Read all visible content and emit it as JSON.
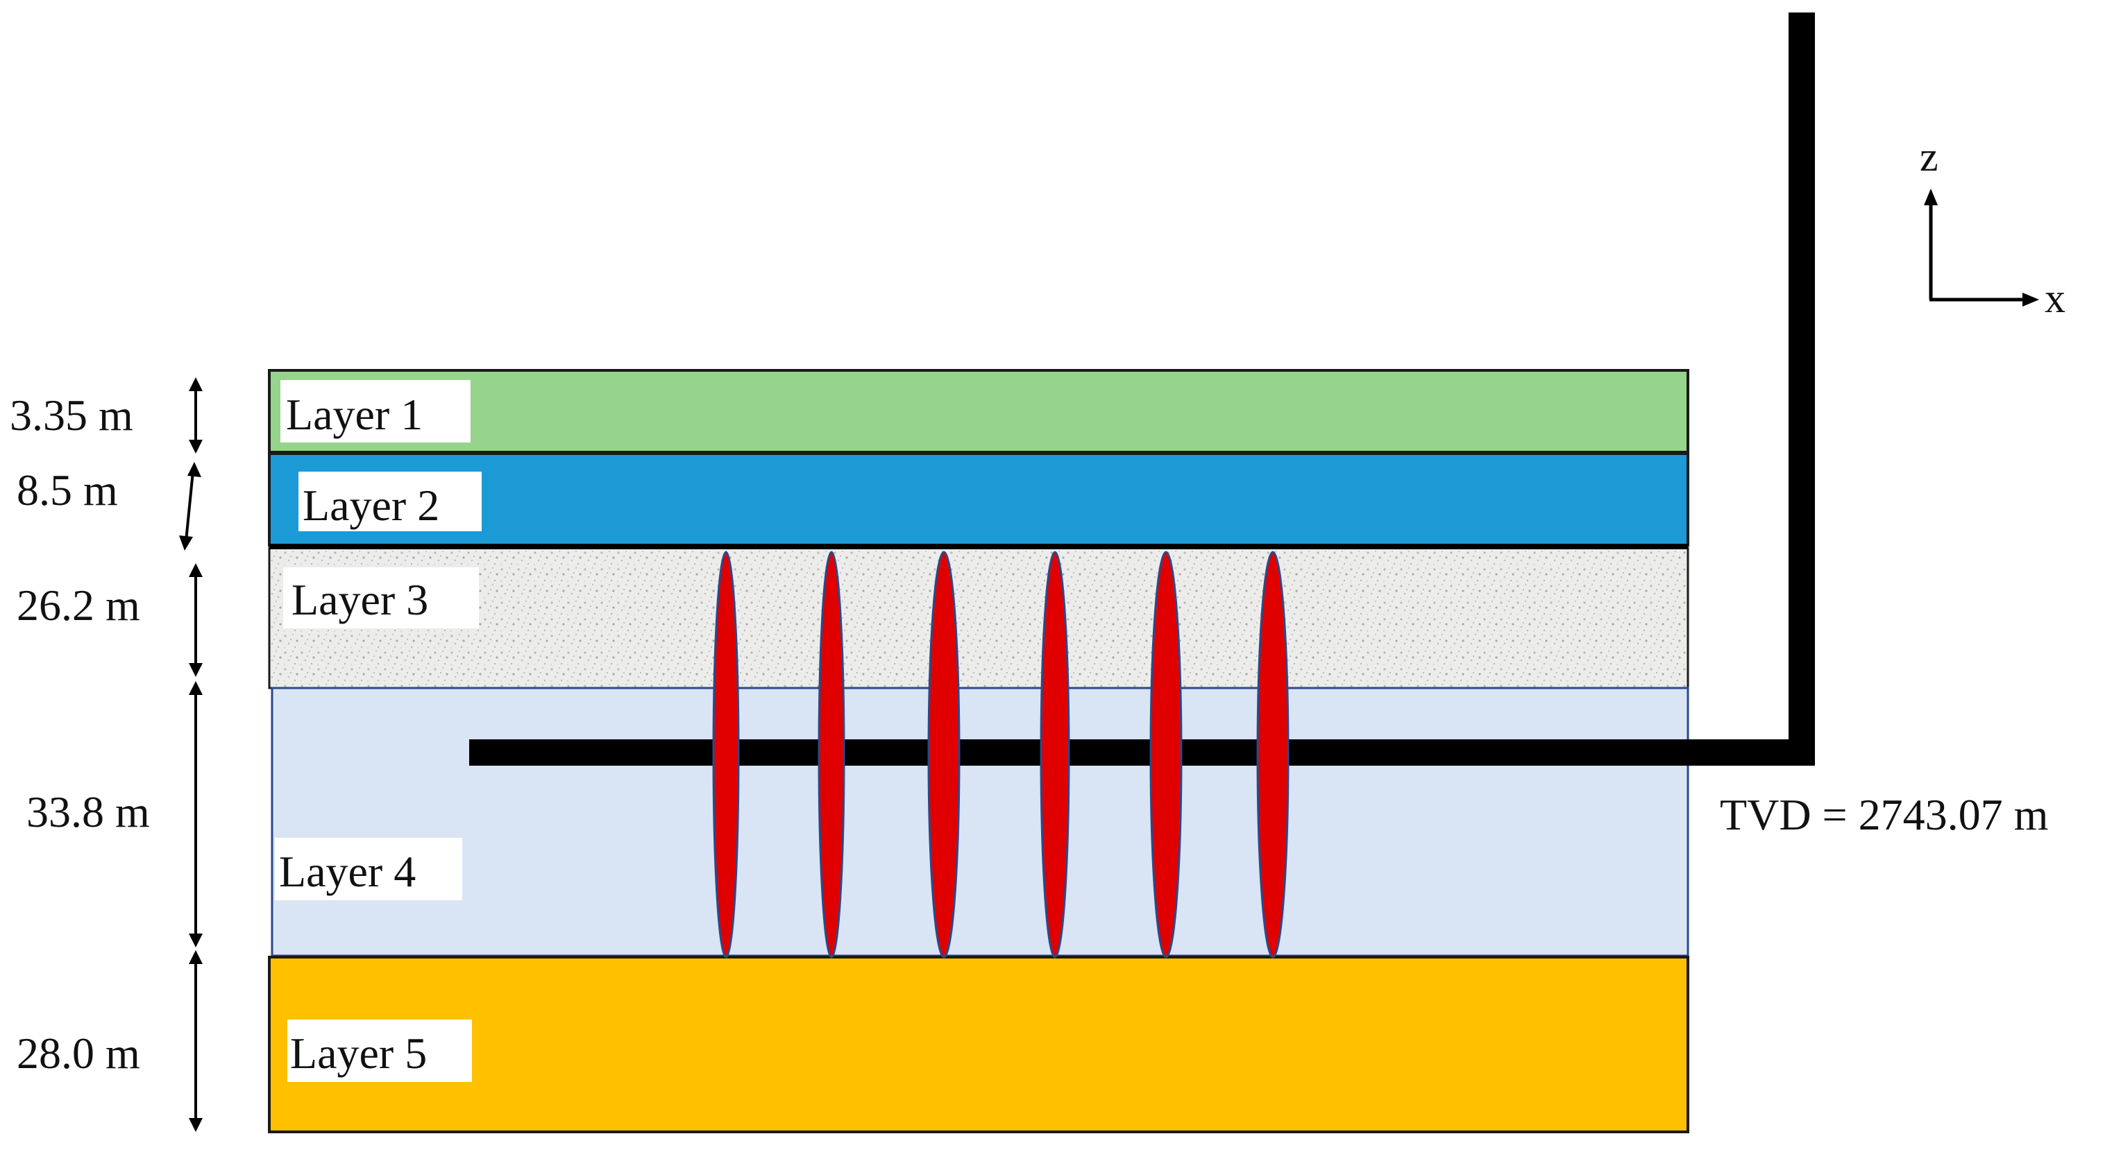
{
  "layers": [
    {
      "label": "Layer 1",
      "thickness_label": "3.35 m",
      "color": "#96d38c"
    },
    {
      "label": "Layer 2",
      "thickness_label": "8.5 m",
      "color": "#1b9ad6"
    },
    {
      "label": "Layer 3",
      "thickness_label": "26.2 m",
      "color": "#ececea"
    },
    {
      "label": "Layer 4",
      "thickness_label": "33.8 m",
      "color": "#d9e4f4"
    },
    {
      "label": "Layer 5",
      "thickness_label": "28.0 m",
      "color": "#ffc000"
    }
  ],
  "well": {
    "tvd_label": "TVD = 2743.07 m",
    "color": "#000000"
  },
  "fractures": {
    "count": 6,
    "color": "#e00000",
    "outline": "#2a4a8a"
  },
  "axes": {
    "z_label": "z",
    "x_label": "x"
  }
}
